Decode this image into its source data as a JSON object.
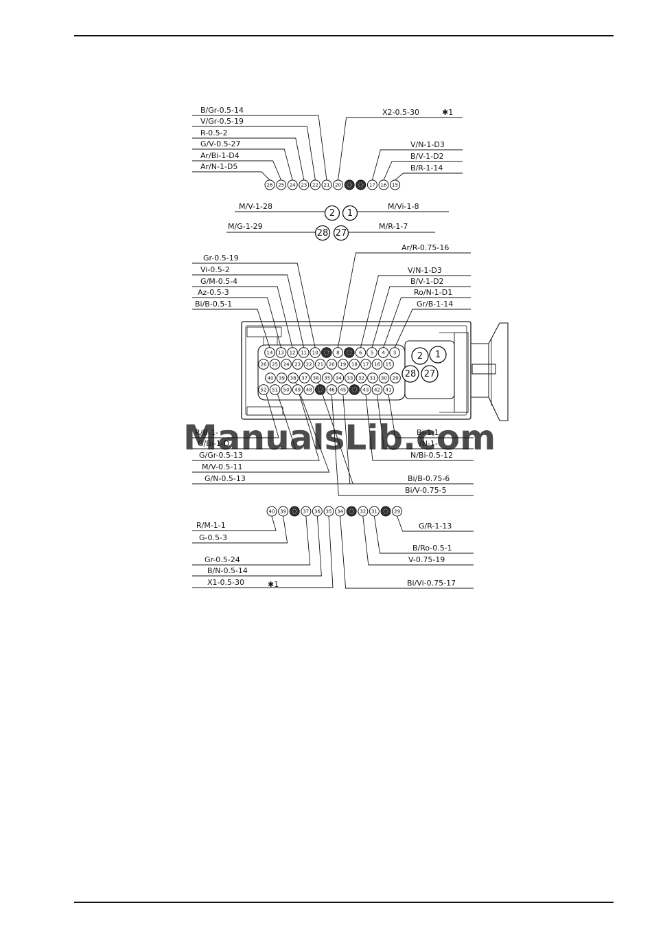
{
  "watermark": "ManualsLib.com",
  "top_header": {
    "left_labels": [
      "B/Gr-0.5-14",
      "V/Gr-0.5-19",
      "R-0.5-2",
      "G/V-0.5-27",
      "Ar/Bi-1-D4",
      "Ar/N-1-D5"
    ],
    "right_labels": [
      "X2-0.5-30",
      "V/N-1-D3",
      "B/V-1-D2",
      "B/R-1-14"
    ],
    "star_mark": "✱1",
    "pins": [
      "26",
      "25",
      "24",
      "23",
      "22",
      "21",
      "20",
      "",
      "",
      "17",
      "16",
      "15"
    ]
  },
  "power_header": {
    "labels": [
      "M/V-1-28",
      "M/Vi-1-8",
      "M/G-1-29",
      "M/R-1-7"
    ],
    "pins": [
      "2",
      "1",
      "28",
      "27"
    ]
  },
  "connector": {
    "top_left_labels": [
      "Gr-0.5-19",
      "Vi-0.5-2",
      "G/M-0.5-4",
      "Az-0.5-3",
      "Bi/B-0.5-1"
    ],
    "top_right_labels": [
      "Ar/R-0.75-16",
      "V/N-1-D3",
      "B/V-1-D2",
      "Ro/N-1-D1",
      "Gr/B-1-14"
    ],
    "bottom_left_labels": [
      "R/B-1-",
      "G/Bi-1-D",
      "G/Gr-0.5-13",
      "M/V-0.5-11",
      "G/N-0.5-13"
    ],
    "bottom_right_labels": [
      "Bi-1-1",
      "/N-1-",
      "N/Bi-0.5-12",
      "Bi/B-0.75-6",
      "Bi/V-0.75-5"
    ],
    "row1": [
      "14",
      "13",
      "12",
      "11",
      "10",
      "",
      "8",
      "",
      "6",
      "5",
      "4",
      "3"
    ],
    "row2": [
      "26",
      "25",
      "24",
      "23",
      "22",
      "21",
      "20",
      "19",
      "18",
      "17",
      "16",
      "15"
    ],
    "row3": [
      "40",
      "39",
      "38",
      "37",
      "38",
      "35",
      "34",
      "33",
      "32",
      "31",
      "30",
      "29"
    ],
    "row4": [
      "52",
      "51",
      "50",
      "49",
      "48",
      "",
      "46",
      "45",
      "",
      "43",
      "42",
      "41"
    ],
    "big_pins": [
      "2",
      "1",
      "28",
      "27"
    ]
  },
  "bottom_header": {
    "pins": [
      "40",
      "39",
      "",
      "37",
      "36",
      "35",
      "34",
      "",
      "32",
      "31",
      "",
      "29"
    ],
    "left_labels": [
      "R/M-1-1",
      "G-0.5-3",
      "Gr-0.5-24",
      "B/N-0.5-14",
      "X1-0.5-30"
    ],
    "right_labels": [
      "G/R-1-13",
      "B/Ro-0.5-1",
      "V-0.75-19",
      "Bi/Vi-0.75-17"
    ],
    "star_mark": "✱1"
  }
}
